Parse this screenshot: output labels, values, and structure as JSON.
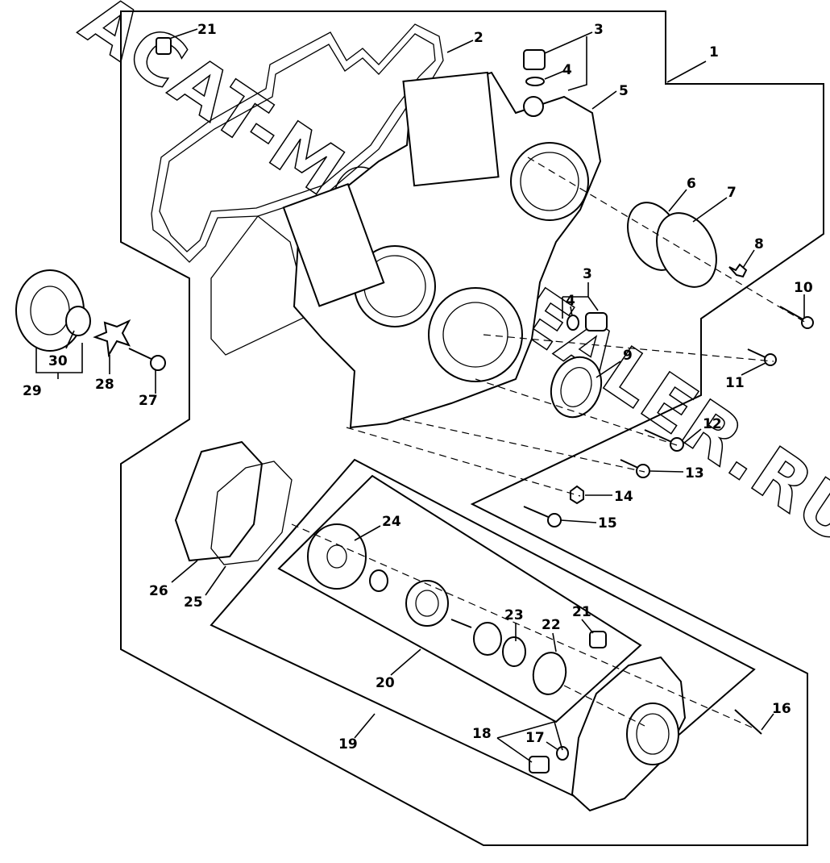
{
  "watermark": "ACAT-MODEDEALER.RU",
  "callouts": {
    "c1": "1",
    "c2": "2",
    "c3a": "3",
    "c3b": "3",
    "c4a": "4",
    "c4b": "4",
    "c5": "5",
    "c6": "6",
    "c7": "7",
    "c8": "8",
    "c9": "9",
    "c10": "10",
    "c11": "11",
    "c12": "12",
    "c13": "13",
    "c14": "14",
    "c15": "15",
    "c16": "16",
    "c17": "17",
    "c18": "18",
    "c19": "19",
    "c20": "20",
    "c21a": "21",
    "c21b": "21",
    "c22": "22",
    "c23": "23",
    "c24": "24",
    "c25": "25",
    "c26": "26",
    "c27": "27",
    "c28": "28",
    "c29": "29",
    "c30": "30"
  }
}
